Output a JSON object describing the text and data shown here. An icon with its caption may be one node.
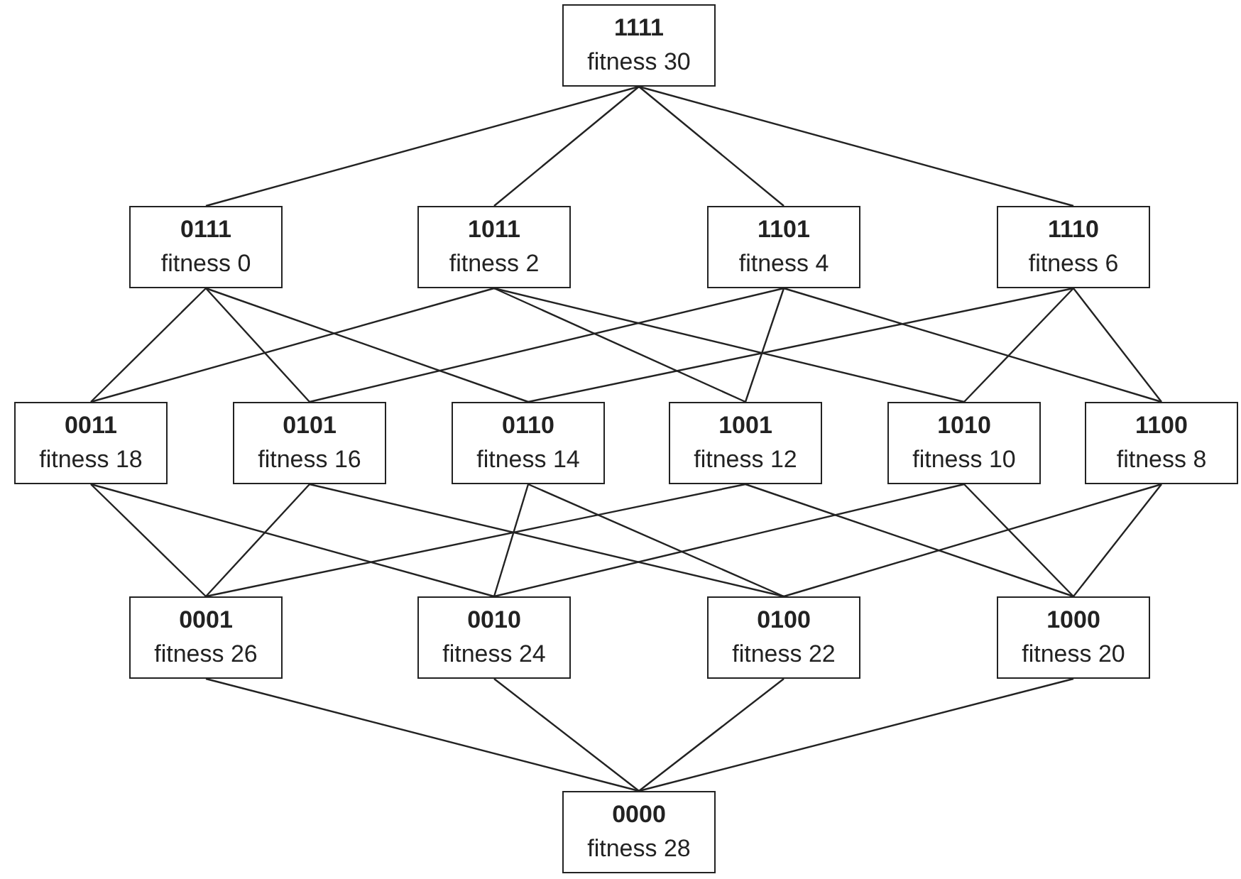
{
  "diagram": {
    "nodes": [
      {
        "text": [
          "1111",
          "fitness 30"
        ]
      },
      {
        "text": [
          "0111",
          "fitness 0"
        ]
      },
      {
        "text": [
          "1011",
          "fitness 2"
        ]
      },
      {
        "text": [
          "1101",
          "fitness 4"
        ]
      },
      {
        "text": [
          "1110",
          "fitness 6"
        ]
      },
      {
        "text": [
          "0011",
          "fitness 18"
        ]
      },
      {
        "text": [
          "0101",
          "fitness 16"
        ]
      },
      {
        "text": [
          "0110",
          "fitness 14"
        ]
      },
      {
        "text": [
          "1001",
          "fitness 12"
        ]
      },
      {
        "text": [
          "1010",
          "fitness 10"
        ]
      },
      {
        "text": [
          "1100",
          "fitness 8"
        ]
      },
      {
        "text": [
          "0001",
          "fitness 26"
        ]
      },
      {
        "text": [
          "0010",
          "fitness 24"
        ]
      },
      {
        "text": [
          "0100",
          "fitness 22"
        ]
      },
      {
        "text": [
          "1000",
          "fitness 20"
        ]
      },
      {
        "text": [
          "0000",
          "fitness 28"
        ]
      }
    ],
    "edges": [
      {
        "from": 0,
        "to": 1,
        "arrow": "none"
      },
      {
        "from": 0,
        "to": 2,
        "arrow": "none"
      },
      {
        "from": 0,
        "to": 3,
        "arrow": "none"
      },
      {
        "from": 0,
        "to": 4,
        "arrow": "none"
      },
      {
        "from": 1,
        "to": 5,
        "arrow": "none"
      },
      {
        "from": 1,
        "to": 6,
        "arrow": "none"
      },
      {
        "from": 1,
        "to": 7,
        "arrow": "none"
      },
      {
        "from": 2,
        "to": 5,
        "arrow": "none"
      },
      {
        "from": 2,
        "to": 8,
        "arrow": "none"
      },
      {
        "from": 2,
        "to": 9,
        "arrow": "none"
      },
      {
        "from": 3,
        "to": 6,
        "arrow": "none"
      },
      {
        "from": 3,
        "to": 8,
        "arrow": "none"
      },
      {
        "from": 3,
        "to": 10,
        "arrow": "none"
      },
      {
        "from": 4,
        "to": 7,
        "arrow": "none"
      },
      {
        "from": 4,
        "to": 9,
        "arrow": "none"
      },
      {
        "from": 4,
        "to": 10,
        "arrow": "none"
      },
      {
        "from": 5,
        "to": 11,
        "arrow": "none"
      },
      {
        "from": 5,
        "to": 12,
        "arrow": "none"
      },
      {
        "from": 6,
        "to": 11,
        "arrow": "none"
      },
      {
        "from": 6,
        "to": 13,
        "arrow": "none"
      },
      {
        "from": 7,
        "to": 12,
        "arrow": "none"
      },
      {
        "from": 7,
        "to": 13,
        "arrow": "none"
      },
      {
        "from": 8,
        "to": 11,
        "arrow": "none"
      },
      {
        "from": 8,
        "to": 14,
        "arrow": "none"
      },
      {
        "from": 9,
        "to": 12,
        "arrow": "none"
      },
      {
        "from": 9,
        "to": 14,
        "arrow": "none"
      },
      {
        "from": 10,
        "to": 13,
        "arrow": "none"
      },
      {
        "from": 10,
        "to": 14,
        "arrow": "none"
      },
      {
        "from": 11,
        "to": 15,
        "arrow": "none"
      },
      {
        "from": 12,
        "to": 15,
        "arrow": "none"
      },
      {
        "from": 13,
        "to": 15,
        "arrow": "none"
      },
      {
        "from": 14,
        "to": 15,
        "arrow": "none"
      }
    ]
  }
}
